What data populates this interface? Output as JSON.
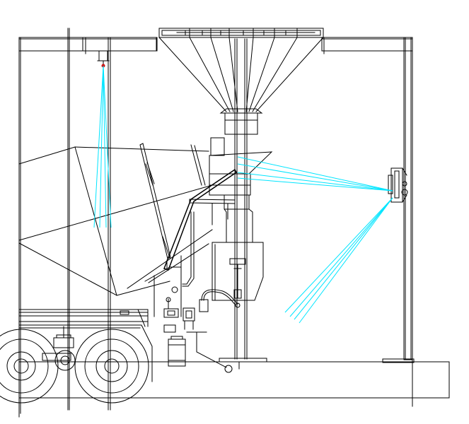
{
  "drawing": {
    "background": "#ffffff",
    "line_color": "#000000",
    "sensor_beam_color": "#00e5ff",
    "marker_color": "#d01010"
  },
  "components": [
    {
      "name": "steel-frame"
    },
    {
      "name": "loading-hopper"
    },
    {
      "name": "discharge-chute"
    },
    {
      "name": "mixer-truck"
    },
    {
      "name": "overhead-sensor"
    },
    {
      "name": "side-sensor"
    },
    {
      "name": "ground-slab"
    }
  ]
}
